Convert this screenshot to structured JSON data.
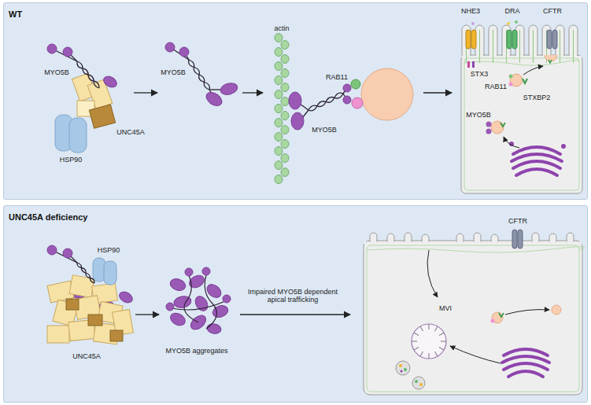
{
  "diagram": {
    "nodes": [
      {
        "text": [
          "WT"
        ]
      },
      {
        "text": [
          "UNC45A deficiency"
        ]
      }
    ],
    "labels": [
      "MYO5B",
      "UNC45A",
      "HSP90",
      "MYO5B",
      "actin",
      "RAB11",
      "MYO5B",
      "NHE3",
      "DRA",
      "CFTR",
      "STX3",
      "RAB11",
      "STXBP2",
      "MYO5B",
      "HSP90",
      "UNC45A",
      "MYO5B aggregates",
      "Impaired MYO5B dependent apical trafficking",
      "CFTR",
      "MVI"
    ]
  }
}
